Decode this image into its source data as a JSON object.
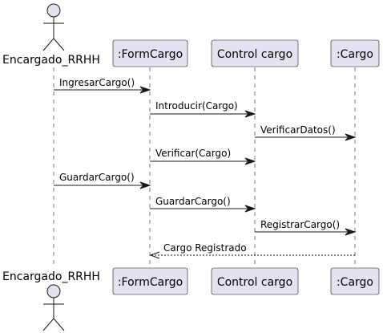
{
  "participants": {
    "actor": {
      "name": "Encargado_RRHH"
    },
    "form": {
      "name": ":FormCargo"
    },
    "control": {
      "name": "Control cargo"
    },
    "cargo": {
      "name": ":Cargo"
    }
  },
  "messages": [
    {
      "label": "IngresarCargo()",
      "from": "actor",
      "to": "form",
      "style": "solid"
    },
    {
      "label": "Introducir(Cargo)",
      "from": "form",
      "to": "control",
      "style": "solid"
    },
    {
      "label": "VerificarDatos()",
      "from": "control",
      "to": "cargo",
      "style": "solid"
    },
    {
      "label": "Verificar(Cargo)",
      "from": "form",
      "to": "control",
      "style": "solid"
    },
    {
      "label": "GuardarCargo()",
      "from": "actor",
      "to": "form",
      "style": "solid"
    },
    {
      "label": "GuardarCargo()",
      "from": "form",
      "to": "control",
      "style": "solid"
    },
    {
      "label": "RegistrarCargo()",
      "from": "control",
      "to": "cargo",
      "style": "solid"
    },
    {
      "label": "Cargo Registrado",
      "from": "cargo",
      "to": "form",
      "style": "dashed"
    }
  ],
  "colors": {
    "participant_fill": "#E2E2F0",
    "line": "#181818"
  }
}
